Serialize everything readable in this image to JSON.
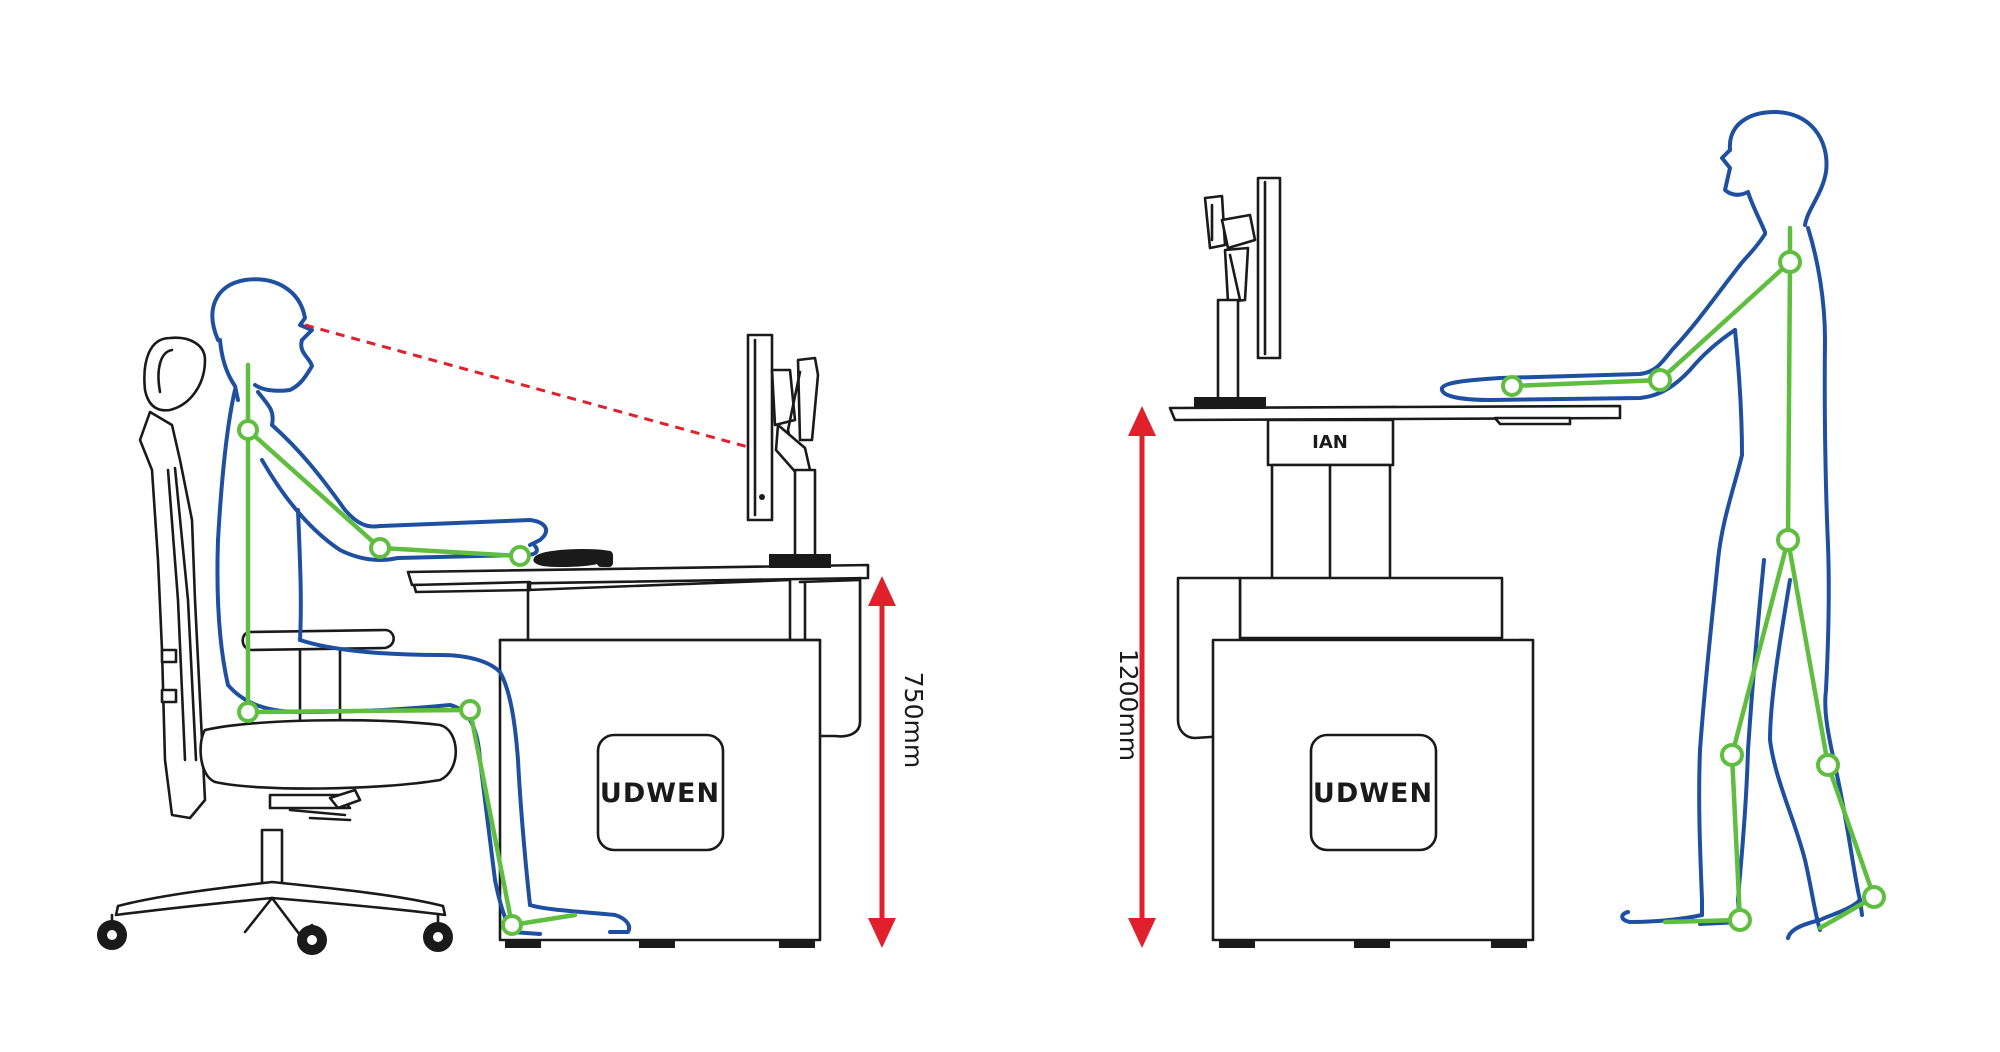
{
  "sitting": {
    "height_label": "750mm",
    "desk_brand": "UDWEN"
  },
  "standing": {
    "height_label": "1200mm",
    "desk_brand": "UDWEN",
    "column_mark": "IAN"
  },
  "colors": {
    "body_outline": "#1e4fa0",
    "skeleton": "#5fbe3f",
    "dimension_arrow": "#e0202a",
    "furniture": "#1a1a1a"
  }
}
